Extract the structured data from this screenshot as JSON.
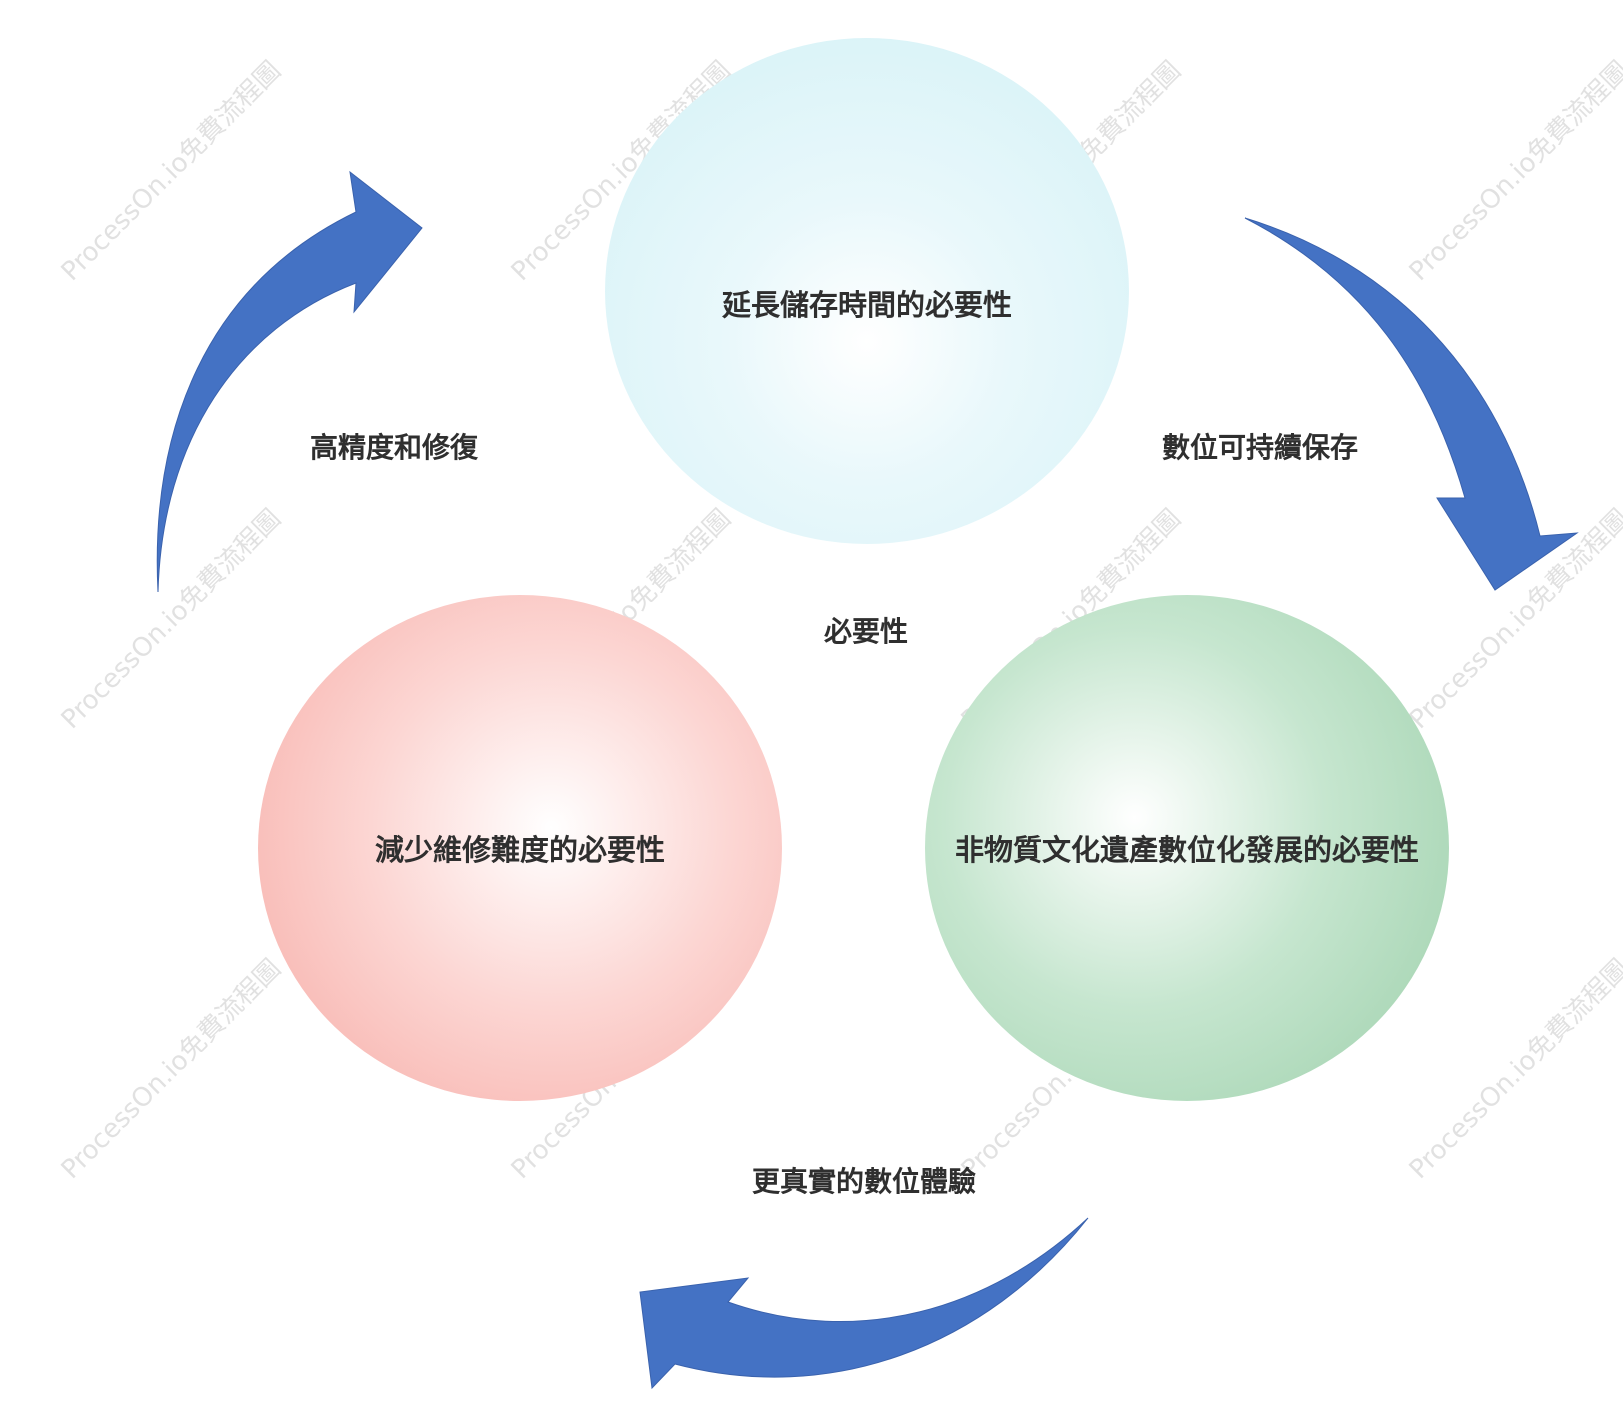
{
  "diagram": {
    "nodes": {
      "top": {
        "label": "延長儲存時間的必要性",
        "color": "#d3f1f6"
      },
      "left": {
        "label": "減少維修難度的必要性",
        "color": "#f6aaa4"
      },
      "right": {
        "label": "非物質文化遺產數位化發展的必要性",
        "color": "#9ccfaa"
      }
    },
    "center_label": "必要性",
    "edge_labels": {
      "top_right": "數位可持續保存",
      "bottom": "更真實的數位體驗",
      "top_left": "高精度和修復"
    },
    "arrow_color": "#4472c4"
  },
  "watermark": {
    "text": "ProcessOn.io免費流程圖"
  }
}
